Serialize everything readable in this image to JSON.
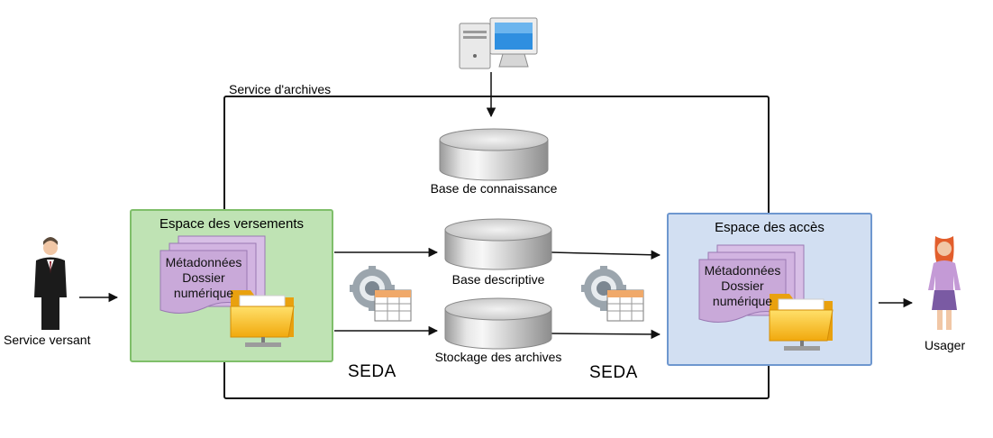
{
  "title": "Service d'archives",
  "nodes": {
    "service_versant": "Service versant",
    "usager": "Usager",
    "base_connaissance": "Base de connaissance",
    "base_descriptive": "Base descriptive",
    "stockage": "Stockage des archives"
  },
  "zones": {
    "versements": {
      "title": "Espace des versements",
      "doc_line1": "Métadonnées",
      "doc_line2": "Dossier",
      "doc_line3": "numérique"
    },
    "acces": {
      "title": "Espace des accès",
      "doc_line1": "Métadonnées",
      "doc_line2": "Dossier",
      "doc_line3": "numérique"
    }
  },
  "protocols": {
    "left": "SEDA",
    "right": "SEDA"
  },
  "icons": [
    "computer-icon",
    "person-male-icon",
    "person-female-icon",
    "gear-icon",
    "table-icon",
    "folder-icon",
    "database-icon",
    "document-stack-icon"
  ],
  "colors": {
    "versements_fill": "#bfe3b4",
    "versements_border": "#7fbf6a",
    "acces_fill": "#d2dff2",
    "acces_border": "#6e97cf",
    "document": "#c9a9d9",
    "folder": "#f6c21c"
  }
}
